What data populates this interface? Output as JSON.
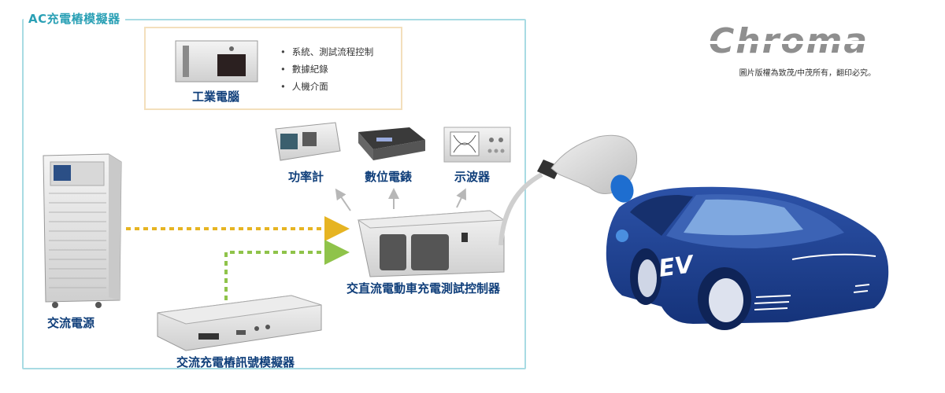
{
  "frame": {
    "title": "AC充電樁模擬器"
  },
  "pc": {
    "label": "工業電腦",
    "bullets": [
      "系統、測試流程控制",
      "數據紀錄",
      "人機介面"
    ]
  },
  "instruments": {
    "power_meter": "功率計",
    "digital_meter": "數位電錶",
    "oscilloscope": "示波器"
  },
  "ac_source": {
    "label": "交流電源"
  },
  "controller": {
    "label": "交直流電動車充電測試控制器"
  },
  "signal_simulator": {
    "label": "交流充電樁訊號模擬器"
  },
  "car": {
    "badge": "EV"
  },
  "brand": {
    "logo": "Chroma",
    "note": "圖片版權為致茂/中茂所有，翻印必究。"
  },
  "colors": {
    "frame": "#a8dbe3",
    "title": "#2aa0b5",
    "label": "#0f3e7a",
    "arrow_power": "#e6b422",
    "arrow_signal": "#8fc34a",
    "car_body": "#1b3f8f"
  },
  "icons": [
    "industrial-pc-icon",
    "power-meter-icon",
    "digital-meter-icon",
    "oscilloscope-icon",
    "ac-source-cabinet-icon",
    "charge-controller-icon",
    "signal-simulator-icon",
    "charging-plug-icon",
    "ev-car-icon"
  ]
}
